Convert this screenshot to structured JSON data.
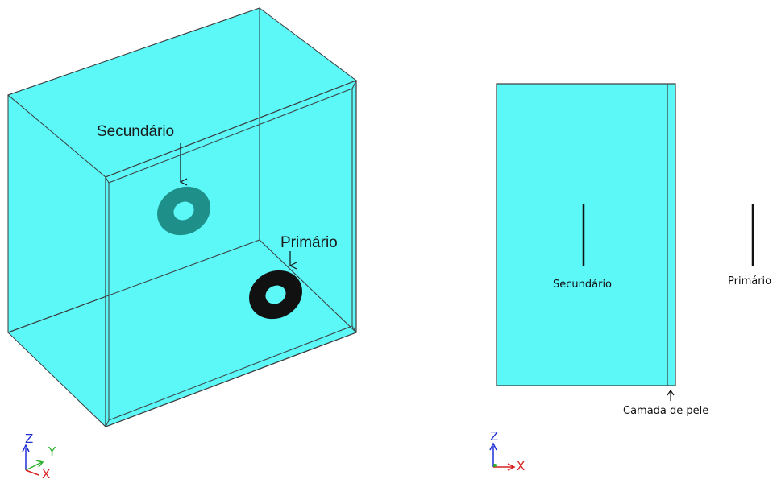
{
  "views": {
    "iso": {
      "label_secondary": "Secundário",
      "label_primary": "Primário",
      "triad": {
        "z": "Z",
        "y": "Y",
        "x": "X"
      }
    },
    "side": {
      "label_secondary": "Secundário",
      "label_primary": "Primário",
      "label_skin": "Camada de pele",
      "triad": {
        "z": "Z",
        "x": "X"
      }
    }
  },
  "colors": {
    "block_fill": "#5cf7f7",
    "outline": "#3a3a3a",
    "primary_coil": "#111111",
    "secondary_coil": "#1f8f8a",
    "axis_z": "#1f2fd8",
    "axis_y": "#2fb02f",
    "axis_x": "#d82020"
  }
}
